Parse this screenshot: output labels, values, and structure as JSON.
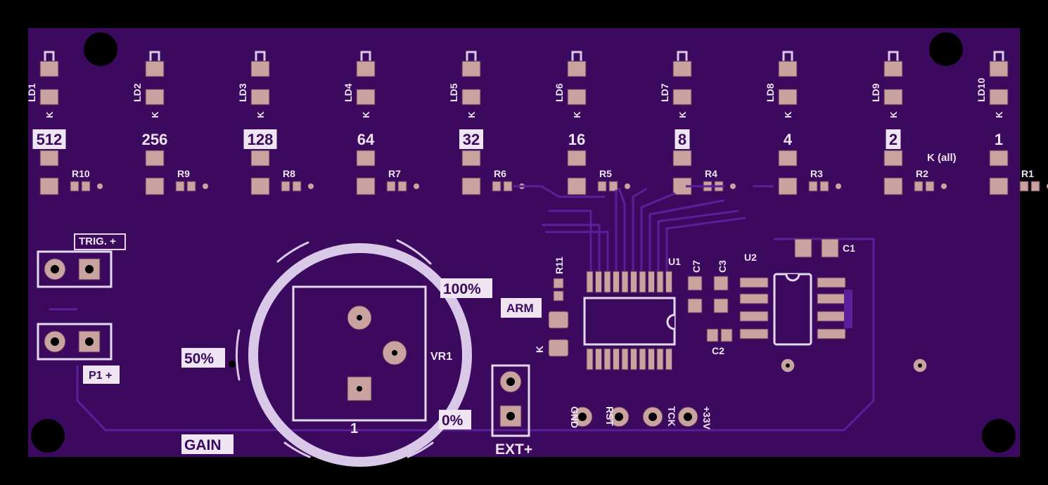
{
  "leds": [
    {
      "ref": "LD1",
      "value": "512",
      "highlight": true
    },
    {
      "ref": "LD2",
      "value": "256",
      "highlight": false
    },
    {
      "ref": "LD3",
      "value": "128",
      "highlight": true
    },
    {
      "ref": "LD4",
      "value": "64",
      "highlight": false
    },
    {
      "ref": "LD5",
      "value": "32",
      "highlight": true
    },
    {
      "ref": "LD6",
      "value": "16",
      "highlight": false
    },
    {
      "ref": "LD7",
      "value": "8",
      "highlight": true
    },
    {
      "ref": "LD8",
      "value": "4",
      "highlight": false
    },
    {
      "ref": "LD9",
      "value": "2",
      "highlight": true
    },
    {
      "ref": "LD10",
      "value": "1",
      "highlight": false
    }
  ],
  "cathode_mark": "K",
  "resistors": [
    "R10",
    "R9",
    "R8",
    "R7",
    "R6",
    "R5",
    "R4",
    "R3",
    "R2",
    "R1"
  ],
  "labels": {
    "k_all": "K (all)",
    "trig": "TRIG. +",
    "p1": "P1 +",
    "percent100": "100%",
    "percent50": "50%",
    "percent0": "0%",
    "gain": "GAIN",
    "arm": "ARM",
    "vr1": "VR1",
    "pin1": "1",
    "ext": "EXT+",
    "r11": "R11",
    "k_arm": "K",
    "u1": "U1",
    "u2": "U2",
    "c1": "C1",
    "c2": "C2",
    "c3": "C3",
    "c7": "C7",
    "header": [
      "GND",
      "RST",
      "TCK",
      "+33V"
    ]
  },
  "colors": {
    "board": "#3b0a5e",
    "silk": "#eee4f2",
    "pad": "#c9a3a0",
    "trace": "#5b1f99"
  }
}
